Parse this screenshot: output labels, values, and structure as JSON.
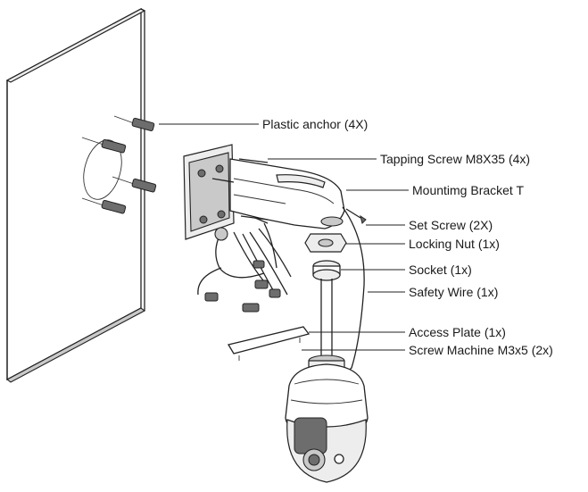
{
  "labels": {
    "plastic_anchor": "Plastic anchor (4X)",
    "tapping_screw": "Tapping Screw M8X35 (4x)",
    "mounting_bracket": "Mountimg Bracket T",
    "set_screw": "Set Screw (2X)",
    "locking_nut": "Locking Nut (1x)",
    "socket": "Socket (1x)",
    "safety_wire": "Safety Wire (1x)",
    "access_plate": "Access Plate (1x)",
    "screw_machine": "Screw Machine M3x5 (2x)"
  }
}
